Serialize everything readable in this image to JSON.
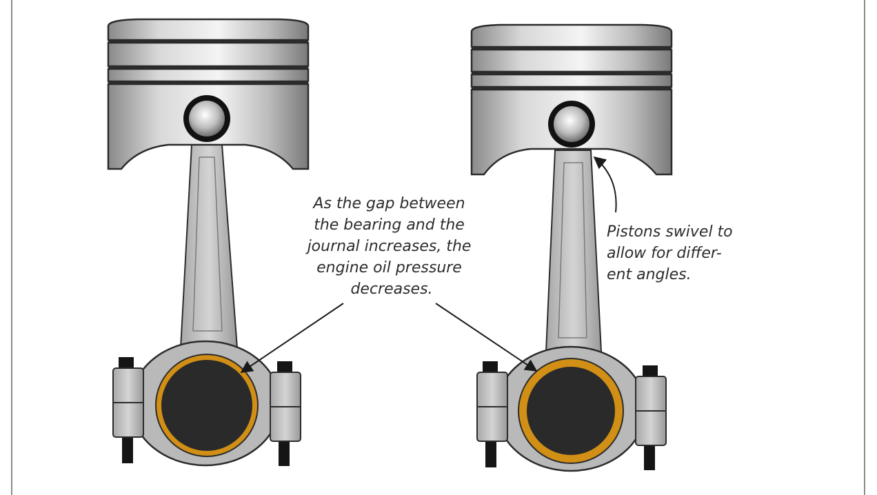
{
  "callouts": {
    "bearing_gap": {
      "lines": [
        "As the gap between",
        "the bearing and the",
        "journal increases, the",
        "engine oil pressure",
        "decreases."
      ]
    },
    "piston_swivel": {
      "lines": [
        "Pistons swivel to",
        "allow for differ-",
        "ent angles."
      ]
    }
  },
  "colors": {
    "frame": "#8a8a8a",
    "metal_light": "#f2f2f2",
    "metal_mid": "#c4c4c4",
    "metal_dark": "#7d7d7d",
    "outline": "#2b2b2b",
    "bearing": "#d18f16",
    "journal": "#2a2a2a",
    "bolt": "#151515"
  },
  "icons": [
    "piston-left-icon",
    "piston-right-icon",
    "connecting-rod-icon",
    "bearing-icon",
    "journal-icon"
  ]
}
